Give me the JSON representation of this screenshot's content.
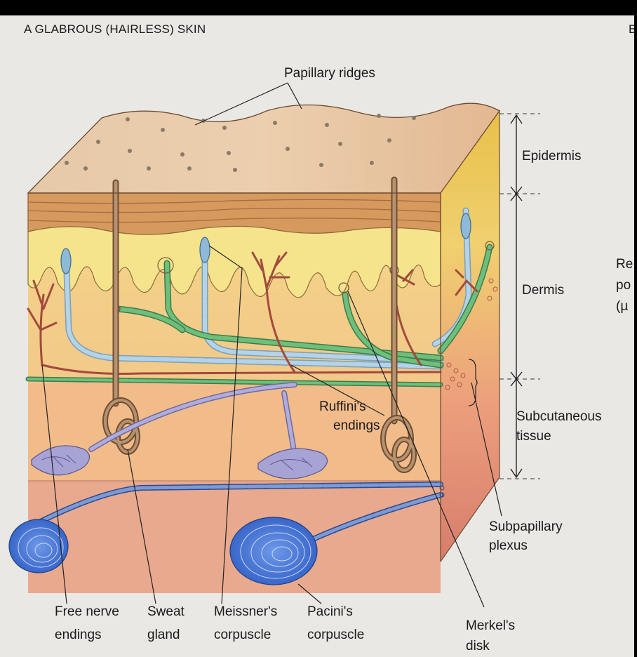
{
  "figure": {
    "panel_title": "A  GLABROUS (HAIRLESS) SKIN",
    "panel_b_letter": "B",
    "panel_b_fragment": [
      "Re",
      "po",
      "(µ"
    ]
  },
  "labels": {
    "papillary_ridges": "Papillary ridges",
    "epidermis": "Epidermis",
    "dermis": "Dermis",
    "subcutaneous_tissue": [
      "Subcutaneous",
      "tissue"
    ],
    "ruffini": [
      "Ruffini's",
      "endings"
    ],
    "subpapillary_plexus": [
      "Subpapillary",
      "plexus"
    ],
    "free_nerve_endings": [
      "Free nerve",
      "endings"
    ],
    "sweat_gland": [
      "Sweat",
      "gland"
    ],
    "meissner": [
      "Meissner's",
      "corpuscle"
    ],
    "pacini": [
      "Pacini's",
      "corpuscle"
    ],
    "merkel": [
      "Merkel's",
      "disk"
    ]
  },
  "colors": {
    "epidermis_top": "#e8c49a",
    "epidermis_band": "#c98a52",
    "dermis_yellow": "#f2d97a",
    "dermis_body": "#f2c18f",
    "subcutaneous": "#e8a887",
    "deep_layer": "#dda08a",
    "pacini_blue": "#3d6fd1",
    "ruffini_violet": "#a7a3d6",
    "nerve_green": "#5da86c",
    "nerve_lightblue": "#a9cbe0",
    "nerve_red": "#b85a4d",
    "sweat_brown": "#a27a55"
  }
}
